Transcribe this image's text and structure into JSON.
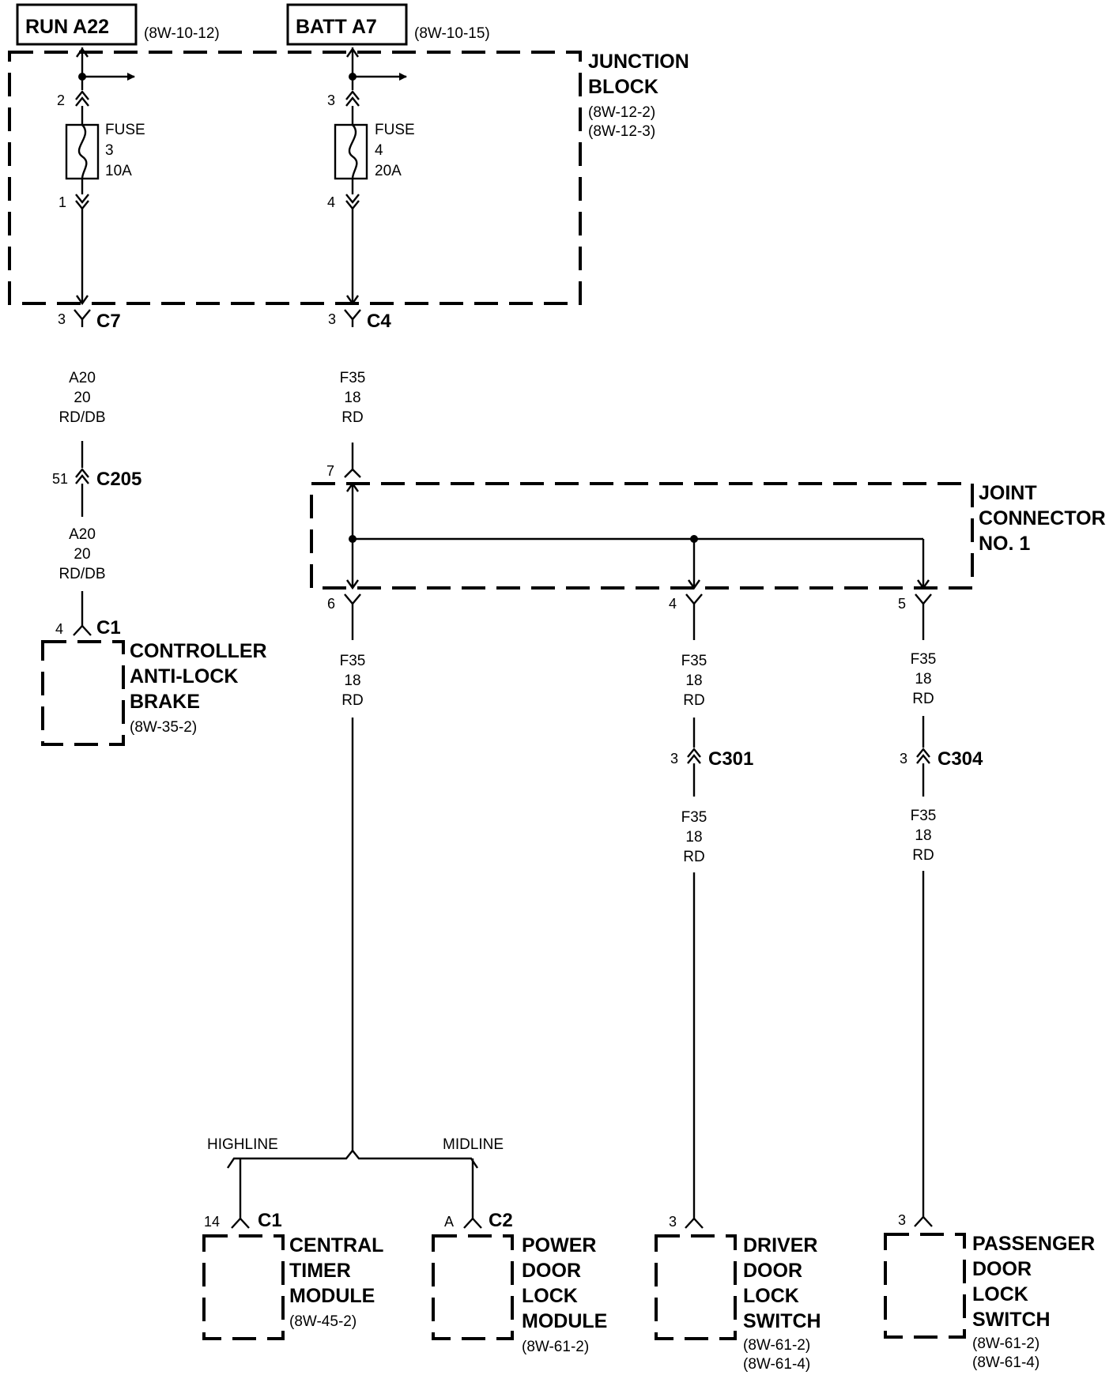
{
  "sources": {
    "run": {
      "label": "RUN A22",
      "ref": "(8W-10-12)"
    },
    "batt": {
      "label": "BATT A7",
      "ref": "(8W-10-15)"
    }
  },
  "junction_block": {
    "title_1": "JUNCTION",
    "title_2": "BLOCK",
    "ref_1": "(8W-12-2)",
    "ref_2": "(8W-12-3)"
  },
  "fuse3": {
    "name": "FUSE",
    "number": "3",
    "rating": "10A",
    "pin_top": "2",
    "pin_bottom": "1"
  },
  "fuse4": {
    "name": "FUSE",
    "number": "4",
    "rating": "20A",
    "pin_top": "3",
    "pin_bottom": "4"
  },
  "connectors": {
    "c7": {
      "name": "C7",
      "pin": "3"
    },
    "c4": {
      "name": "C4",
      "pin": "3"
    },
    "c205": {
      "name": "C205",
      "pin": "51"
    },
    "abs_c1": {
      "name": "C1",
      "pin": "4"
    },
    "jc_in": {
      "pin": "7"
    },
    "jc_out6": {
      "pin": "6"
    },
    "jc_out4": {
      "pin": "4"
    },
    "jc_out5": {
      "pin": "5"
    },
    "c301": {
      "name": "C301",
      "pin": "3"
    },
    "c304": {
      "name": "C304",
      "pin": "3"
    },
    "ctm_c1": {
      "name": "C1",
      "pin": "14"
    },
    "pdl_c2": {
      "name": "C2",
      "pin": "A"
    },
    "dds_pin": {
      "pin": "3"
    },
    "pds_pin": {
      "pin": "3"
    }
  },
  "wires": {
    "a20_upper": {
      "circuit": "A20",
      "gauge": "20",
      "color": "RD/DB"
    },
    "a20_lower": {
      "circuit": "A20",
      "gauge": "20",
      "color": "RD/DB"
    },
    "f35_upper": {
      "circuit": "F35",
      "gauge": "18",
      "color": "RD"
    },
    "f35_left": {
      "circuit": "F35",
      "gauge": "18",
      "color": "RD"
    },
    "f35_mid_upper": {
      "circuit": "F35",
      "gauge": "18",
      "color": "RD"
    },
    "f35_mid_lower": {
      "circuit": "F35",
      "gauge": "18",
      "color": "RD"
    },
    "f35_right_upper": {
      "circuit": "F35",
      "gauge": "18",
      "color": "RD"
    },
    "f35_right_lower": {
      "circuit": "F35",
      "gauge": "18",
      "color": "RD"
    }
  },
  "joint_connector": {
    "line_1": "JOINT",
    "line_2": "CONNECTOR",
    "line_3": "NO. 1"
  },
  "split": {
    "left": "HIGHLINE",
    "right": "MIDLINE"
  },
  "components": {
    "abs": {
      "line_1": "CONTROLLER",
      "line_2": "ANTI-LOCK",
      "line_3": "BRAKE",
      "ref_1": "(8W-35-2)"
    },
    "ctm": {
      "line_1": "CENTRAL",
      "line_2": "TIMER",
      "line_3": "MODULE",
      "ref_1": "(8W-45-2)"
    },
    "pdl": {
      "line_1": "POWER",
      "line_2": "DOOR",
      "line_3": "LOCK",
      "line_4": "MODULE",
      "ref_1": "(8W-61-2)"
    },
    "dds": {
      "line_1": "DRIVER",
      "line_2": "DOOR",
      "line_3": "LOCK",
      "line_4": "SWITCH",
      "ref_1": "(8W-61-2)",
      "ref_2": "(8W-61-4)"
    },
    "pds": {
      "line_1": "PASSENGER",
      "line_2": "DOOR",
      "line_3": "LOCK",
      "line_4": "SWITCH",
      "ref_1": "(8W-61-2)",
      "ref_2": "(8W-61-4)"
    }
  }
}
